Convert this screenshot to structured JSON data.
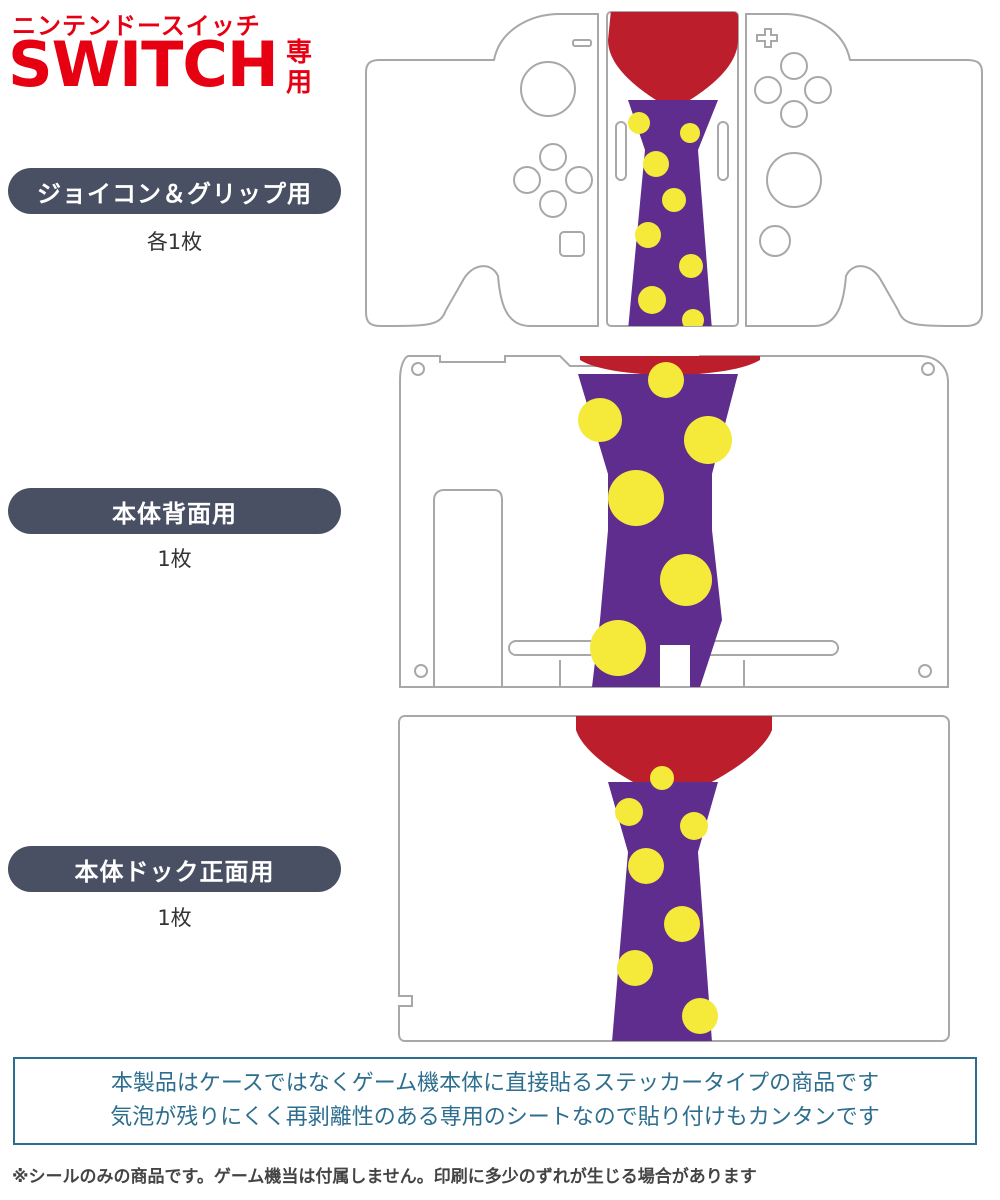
{
  "brand": {
    "kana": "ニンテンドースイッチ",
    "name": "SWITCH",
    "suffix": "専用"
  },
  "sections": [
    {
      "label": "ジョイコン＆グリップ用",
      "count": "各1枚"
    },
    {
      "label": "本体背面用",
      "count": "1枚"
    },
    {
      "label": "本体ドック正面用",
      "count": "1枚"
    }
  ],
  "notice": {
    "line1": "本製品はケースではなくゲーム機本体に直接貼るステッカータイプの商品です",
    "line2": "気泡が残りにくく再剥離性のある専用のシートなので貼り付けもカンタンです"
  },
  "footnote": "※シールのみの商品です。ゲーム機当は付属しません。印刷に多少のずれが生じる場合があります",
  "colors": {
    "brand_red": "#e60012",
    "pill_bg": "#4a5064",
    "notice_border": "#2d6e8f",
    "tie_purple": "#5e2d8e",
    "dot_yellow": "#f5ea3a",
    "heart_red": "#bd1e2c",
    "outline": "#a8a8a8"
  }
}
